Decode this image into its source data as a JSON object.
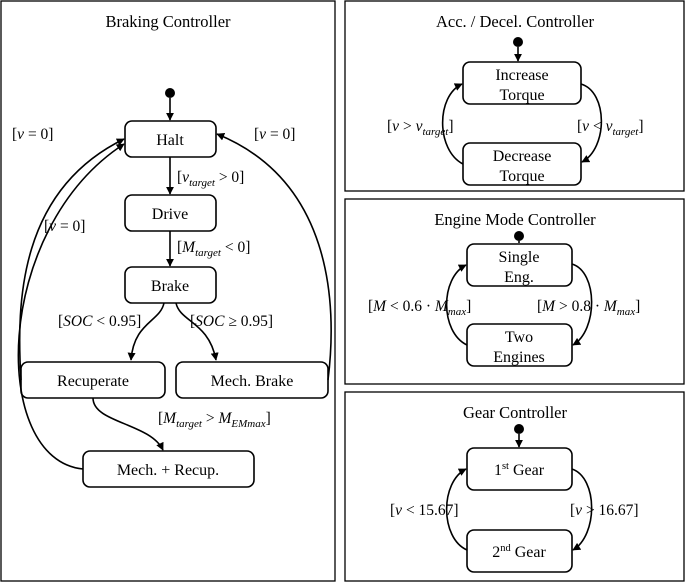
{
  "panels": {
    "braking": {
      "title": "Braking Controller"
    },
    "acc": {
      "title": "Acc. / Decel. Controller"
    },
    "engine": {
      "title": "Engine Mode Controller"
    },
    "gear": {
      "title": "Gear Controller"
    }
  },
  "braking_states": {
    "halt": "Halt",
    "drive": "Drive",
    "brake": "Brake",
    "recuperate": "Recuperate",
    "mech_brake": "Mech. Brake",
    "mech_recup": "Mech. + Recup."
  },
  "braking_guards": {
    "v_zero_left": {
      "open": "[",
      "var": "v",
      "rest": " = 0]"
    },
    "v_zero_right": {
      "open": "[",
      "var": "v",
      "rest": " = 0]"
    },
    "v_zero_inner": {
      "open": "[",
      "var": "v",
      "rest": " = 0]"
    },
    "v_target": {
      "open": "[",
      "var": "v",
      "sub": "target",
      "rest": " > 0]"
    },
    "m_target": {
      "open": "[",
      "var": "M",
      "sub": "target",
      "rest": " < 0]"
    },
    "soc_low": {
      "open": "[",
      "var": "SOC",
      "rest": " < 0.95]"
    },
    "soc_high": {
      "open": "[",
      "var": "SOC",
      "rest": " ≥ 0.95]"
    },
    "m_em": {
      "open": "[",
      "var": "M",
      "sub": "target",
      "mid": " > ",
      "var2": "M",
      "sub2": "EMmax",
      "close": "]"
    }
  },
  "acc_states": {
    "increase_1": "Increase",
    "increase_2": "Torque",
    "decrease_1": "Decrease",
    "decrease_2": "Torque"
  },
  "acc_guards": {
    "left": {
      "open": "[",
      "var": "v",
      "mid": " > ",
      "var2": "v",
      "sub2": "target",
      "close": "]"
    },
    "right": {
      "open": "[",
      "var": "v",
      "mid": " < ",
      "var2": "v",
      "sub2": "target",
      "close": "]"
    }
  },
  "engine_states": {
    "single_1": "Single",
    "single_2": "Eng.",
    "two_1": "Two",
    "two_2": "Engines"
  },
  "engine_guards": {
    "left": {
      "open": "[",
      "var": "M",
      "mid": " < 0.6 · ",
      "var2": "M",
      "sub2": "max",
      "close": "]"
    },
    "right": {
      "open": "[",
      "var": "M",
      "mid": " > 0.8 · ",
      "var2": "M",
      "sub2": "max",
      "close": "]"
    }
  },
  "gear_states": {
    "first_num": "1",
    "first_sup": "st",
    "first_rest": " Gear",
    "second_num": "2",
    "second_sup": "nd",
    "second_rest": " Gear"
  },
  "gear_guards": {
    "left": {
      "open": "[",
      "var": "v",
      "rest": " < 15.67]"
    },
    "right": {
      "open": "[",
      "var": "v",
      "rest": " > 16.67]"
    }
  }
}
